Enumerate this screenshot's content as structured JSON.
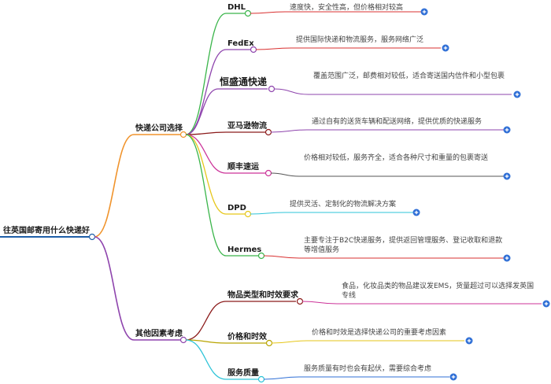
{
  "root": {
    "label": "往英国邮寄用什么快递好"
  },
  "branches": [
    {
      "label": "快递公司选择",
      "children": [
        {
          "name": "DHL",
          "desc": "速度快，安全性高，但价格相对较高"
        },
        {
          "name": "FedEx",
          "desc": "提供国际快递和物流服务，服务网络广泛"
        },
        {
          "name": "恒盛通快递",
          "desc": "覆盖范围广泛，邮费相对较低，适合寄送国内信件和小型包裹"
        },
        {
          "name": "亚马逊物流",
          "desc": "通过自有的送货车辆和配送网络，提供优质的快递服务"
        },
        {
          "name": "顺丰速运",
          "desc": "价格相对较低，服务齐全，适合各种尺寸和重量的包裹寄送"
        },
        {
          "name": "DPD",
          "desc": "提供灵活、定制化的物流解决方案"
        },
        {
          "name": "Hermes",
          "desc": "主要专注于B2C快递服务，提供返回管理服务、登记收取和退款等增值服务"
        }
      ]
    },
    {
      "label": "其他因素考虑",
      "children": [
        {
          "name": "物品类型和时效要求",
          "desc": "食品，化妆品类的物品建议发EMS，货量超过可以选择发英国专线"
        },
        {
          "name": "价格和时效",
          "desc": "价格和时效是选择快递公司的重要考虑因素"
        },
        {
          "name": "服务质量",
          "desc": "服务质量有时也会有起伏，需要综合考虑"
        }
      ]
    }
  ],
  "colors": {
    "root_line": "#1f5fa8",
    "branch_company": "#f0932b",
    "branch_other": "#8e44ad",
    "plus_button": "#2f6fd6",
    "links": [
      "#3ab54a",
      "#8e44ad",
      "#8e44ad",
      "#8b1a1a",
      "#cc3399",
      "#e6c619",
      "#3ab54a",
      "#8b1a1a",
      "#b8a400",
      "#2ec4d8"
    ],
    "underlines": [
      "#d93030",
      "#d93030",
      "#8e44ad",
      "#8e44ad",
      "#555555",
      "#2ec4d8",
      "#d93030",
      "#cc3399",
      "#e6c619",
      "#2f6fd6"
    ]
  },
  "icons": {
    "expand": "plus-circle-icon"
  }
}
